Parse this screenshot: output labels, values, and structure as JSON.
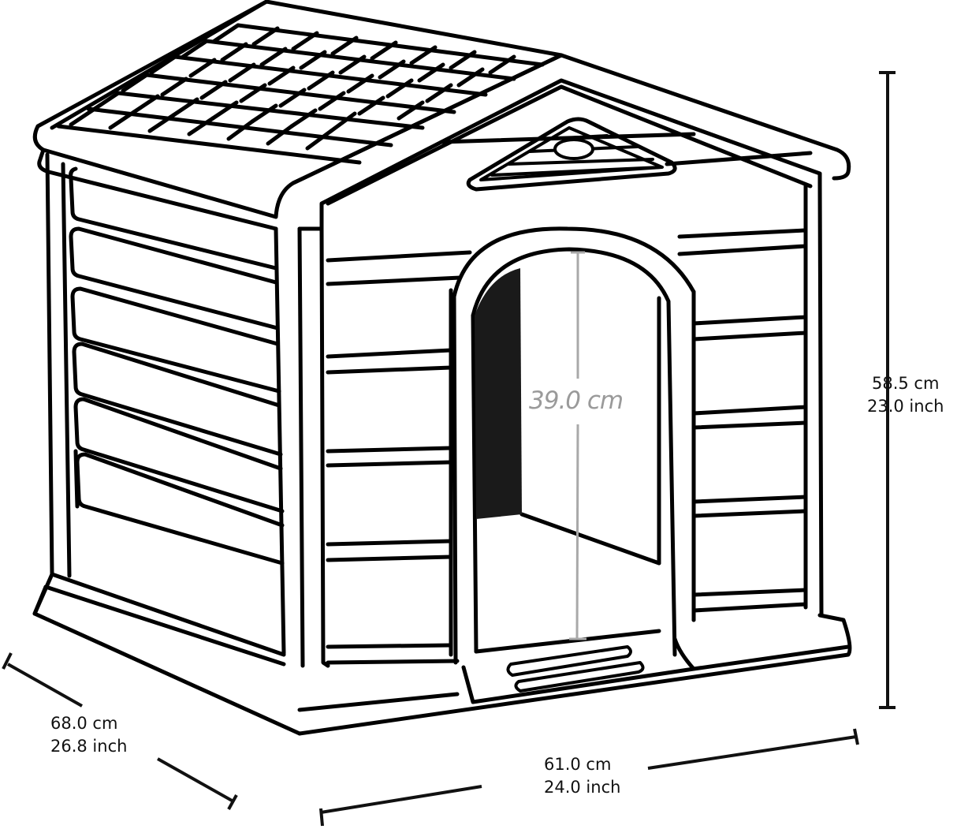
{
  "diagram": {
    "subject": "Plastic dog house line drawing with dimensions",
    "colors": {
      "line": "#000000",
      "background": "#ffffff",
      "interior_dimension": "#9a9a9a",
      "door_shadow": "#1a1a1a"
    }
  },
  "dimensions": {
    "height": {
      "cm": "58.5 cm",
      "inch": "23.0 inch"
    },
    "depth": {
      "cm": "68.0 cm",
      "inch": "26.8 inch"
    },
    "width": {
      "cm": "61.0 cm",
      "inch": "24.0 inch"
    },
    "door_height": {
      "cm": "39.0 cm"
    }
  }
}
